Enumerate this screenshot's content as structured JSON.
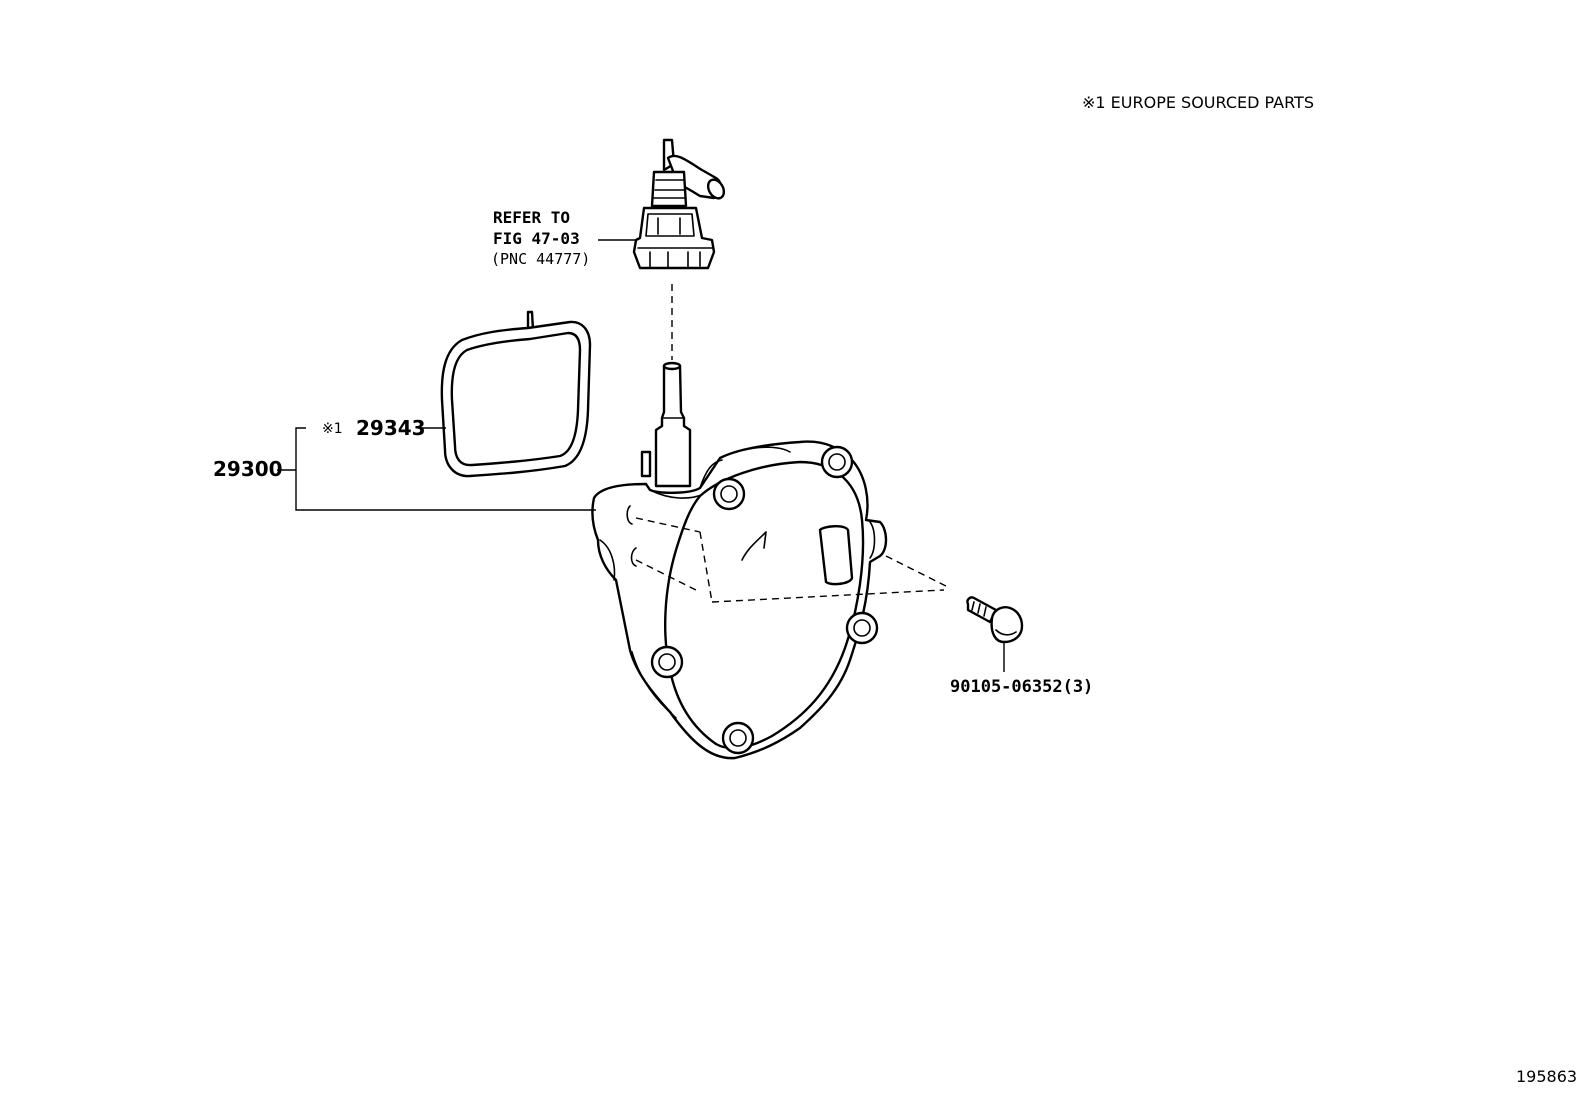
{
  "diagram": {
    "note": "※1 EUROPE SOURCED PARTS",
    "refer": {
      "line1": "REFER TO",
      "line2": "FIG 47-03",
      "line3": "(PNC 44777)"
    },
    "parts": {
      "assembly": "29300",
      "gasket_mark": "※1",
      "gasket": "29343",
      "bolt": "90105-06352(3)"
    },
    "figure_number": "195863"
  }
}
